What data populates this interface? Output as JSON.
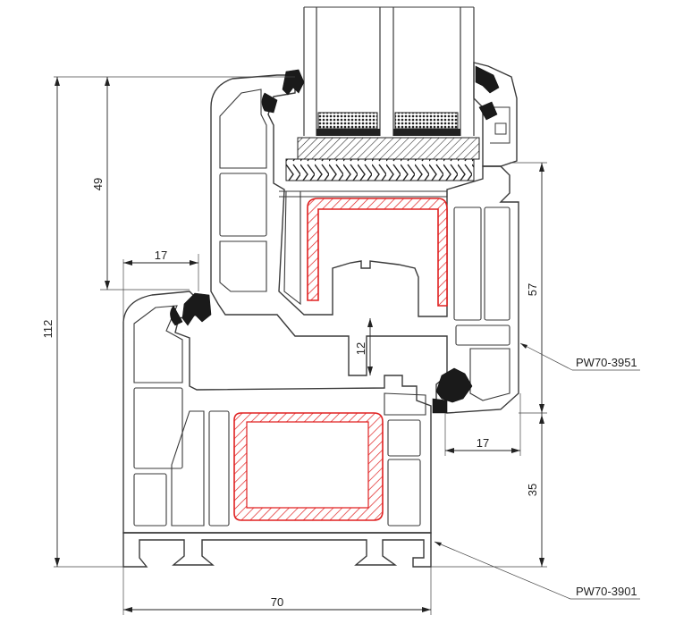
{
  "dimensions": {
    "overall_height": "112",
    "sash_top_height": "49",
    "frame_rebate_width": "17",
    "glazing_height": "57",
    "overlap": "12",
    "sash_rebate_width": "17",
    "frame_bottom_height": "35",
    "overall_width": "70"
  },
  "labels": {
    "sash_profile": "PW70-3951",
    "frame_profile": "PW70-3901"
  },
  "colors": {
    "outline": "#3a3a3a",
    "reinforcement": "#e02020",
    "gasket": "#1a1a1a"
  }
}
